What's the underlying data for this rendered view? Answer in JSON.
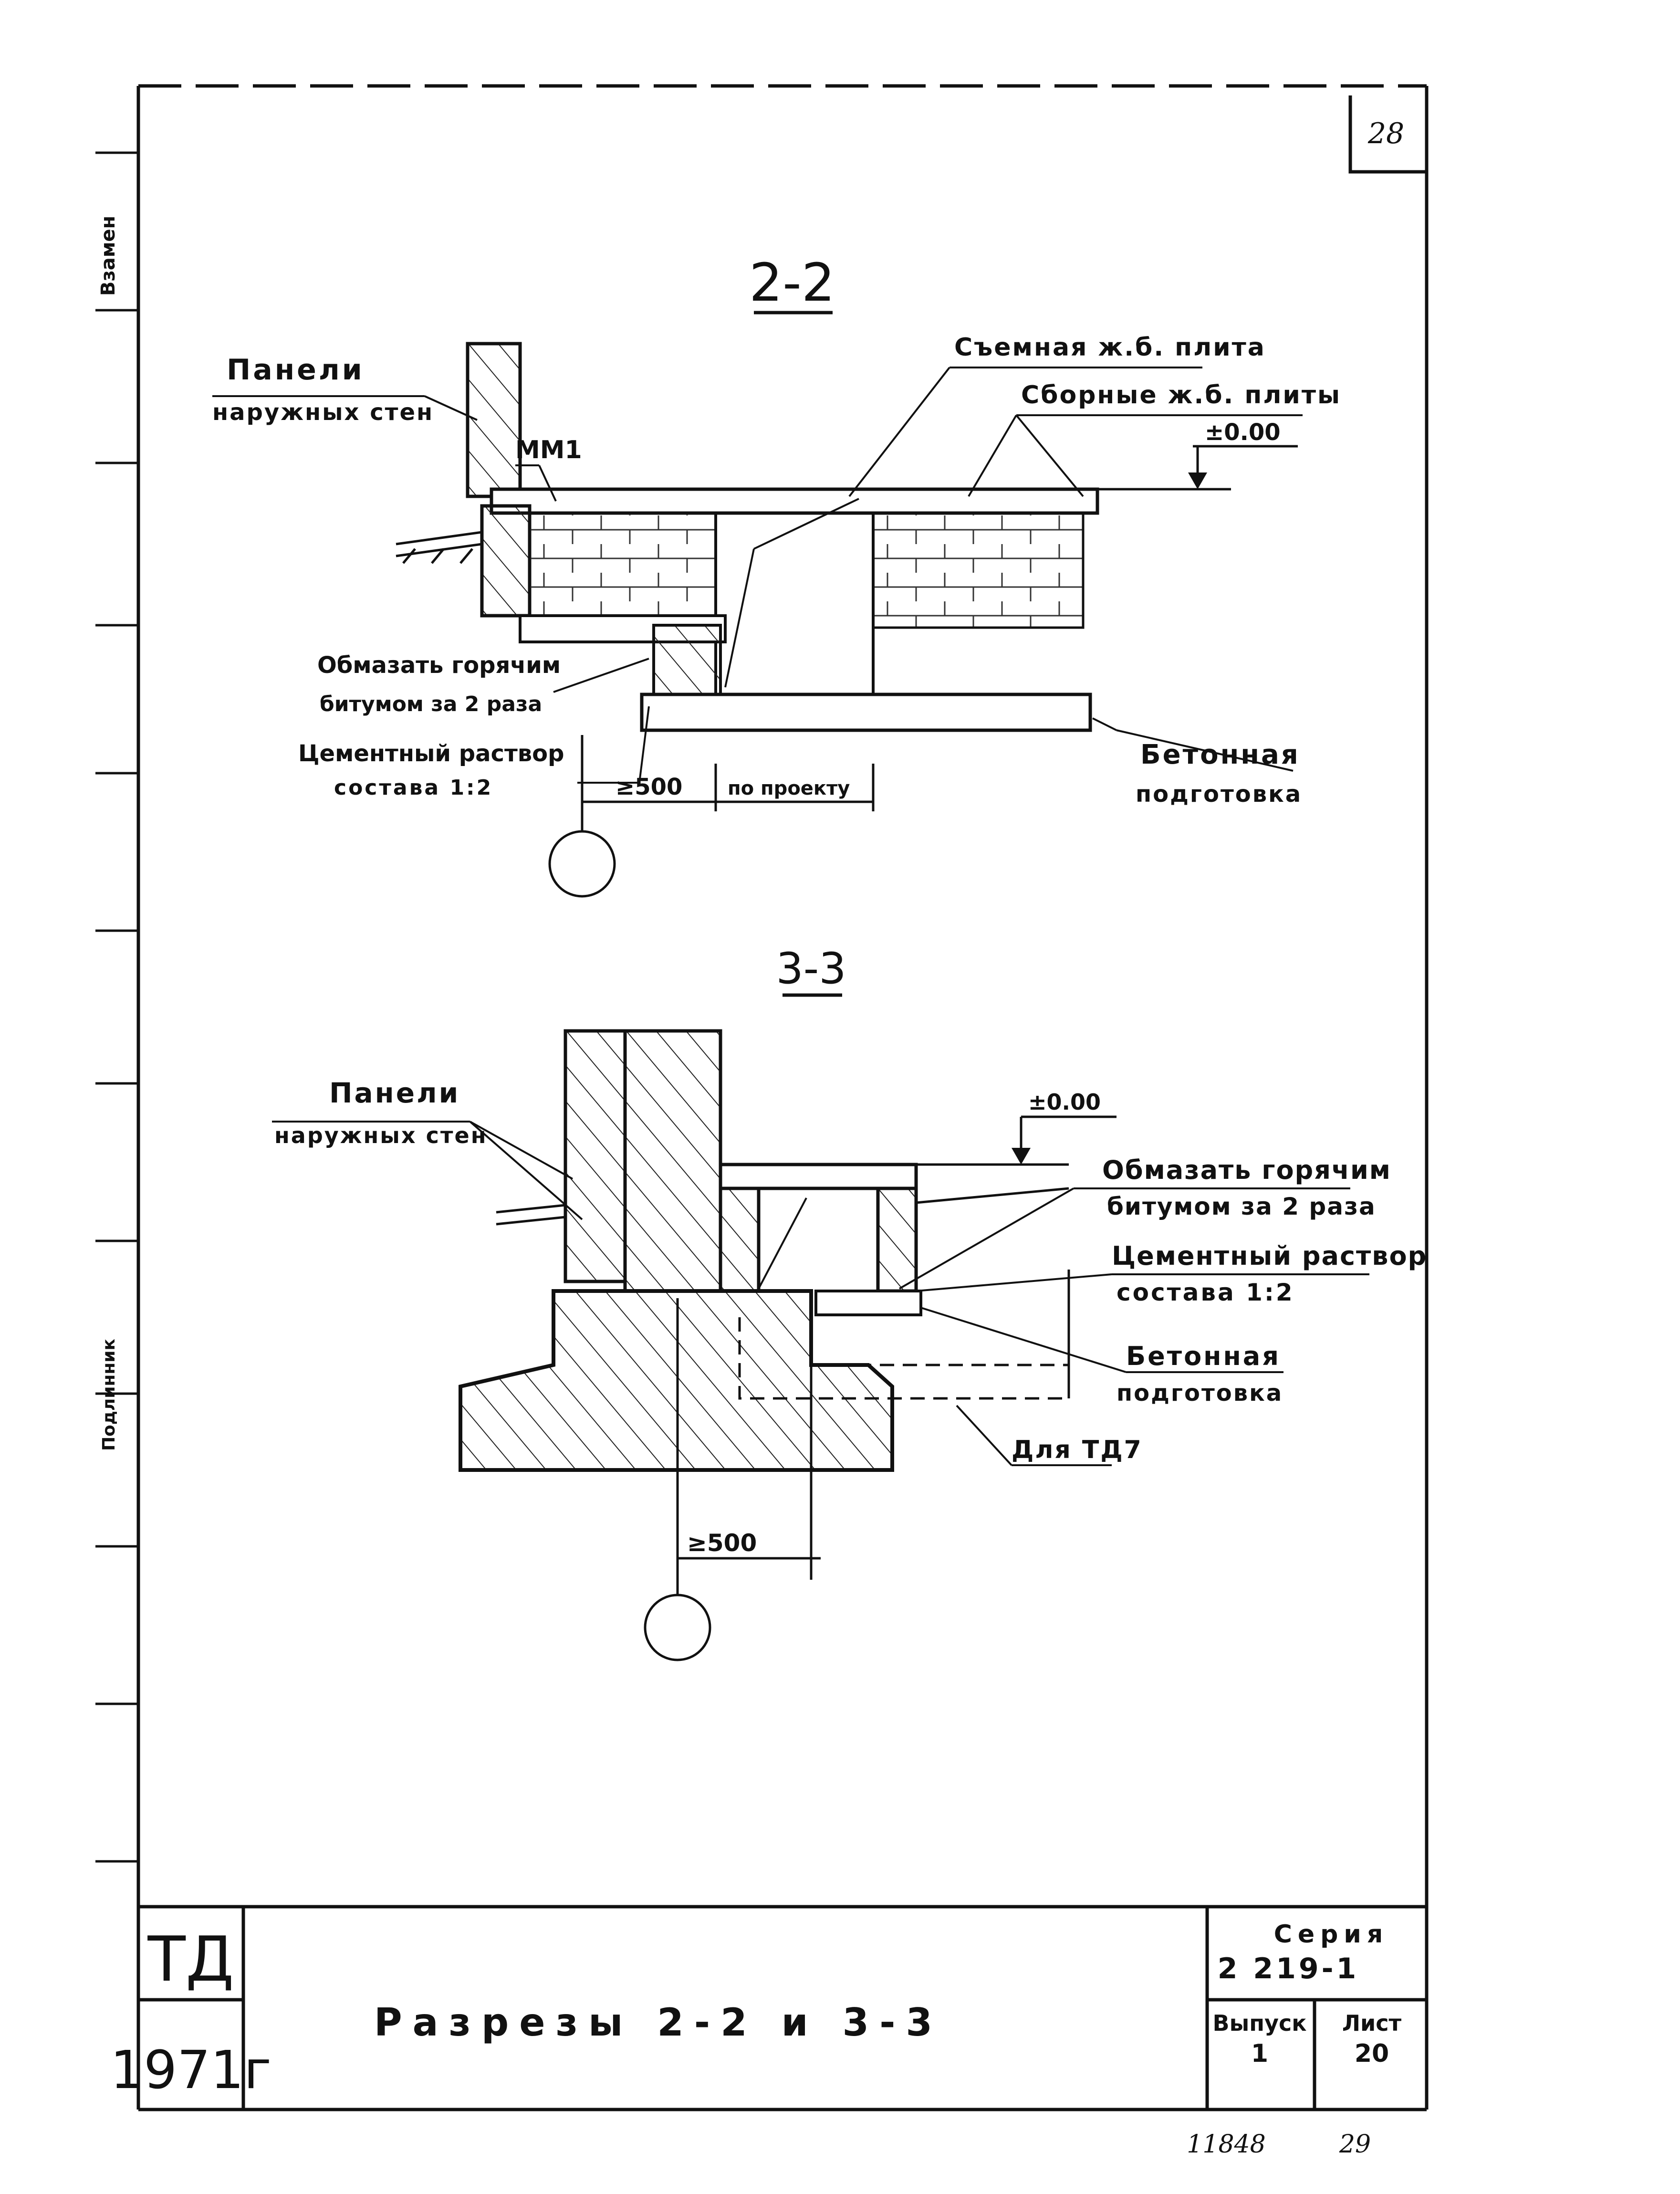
{
  "sheet": {
    "page_number": "28",
    "side_stamp_top": "Взамен",
    "side_stamp_bottom": "Подлинник"
  },
  "section_2_2": {
    "title": "2-2",
    "label_panels_line1": "Панели",
    "label_panels_line2": "наружных стен",
    "label_mm1": "ММ1",
    "label_removable_slab": "Съемная ж.б. плита",
    "label_precast_slabs": "Сборные ж.б. плиты",
    "label_level": "±0.00",
    "label_bitumen_line1": "Обмазать горячим",
    "label_bitumen_line2": "битумом за 2 раза",
    "label_mortar_line1": "Цементный раствор",
    "label_mortar_line2": "состава 1:2",
    "label_concrete_line1": "Бетонная",
    "label_concrete_line2": "подготовка",
    "dim_min": "≥500",
    "dim_project": "по проекту"
  },
  "section_3_3": {
    "title": "3-3",
    "label_panels_line1": "Панели",
    "label_panels_line2": "наружных стен",
    "label_level": "±0.00",
    "label_bitumen_line1": "Обмазать горячим",
    "label_bitumen_line2": "битумом за 2 раза",
    "label_mortar_line1": "Цементный раствор",
    "label_mortar_line2": "состава 1:2",
    "label_concrete_line1": "Бетонная",
    "label_concrete_line2": "подготовка",
    "label_td7": "Для ТД7",
    "dim_min": "≥500"
  },
  "title_block": {
    "org": "ТД",
    "year": "1971г",
    "sheet_title": "Разрезы 2-2 и 3-3",
    "series_label": "Серия",
    "series_value": "2 219-1",
    "issue_label": "Выпуск",
    "issue_value": "1",
    "sheet_label": "Лист",
    "sheet_value": "20"
  },
  "footer": {
    "inventory_number": "11848",
    "page_ref": "29"
  }
}
